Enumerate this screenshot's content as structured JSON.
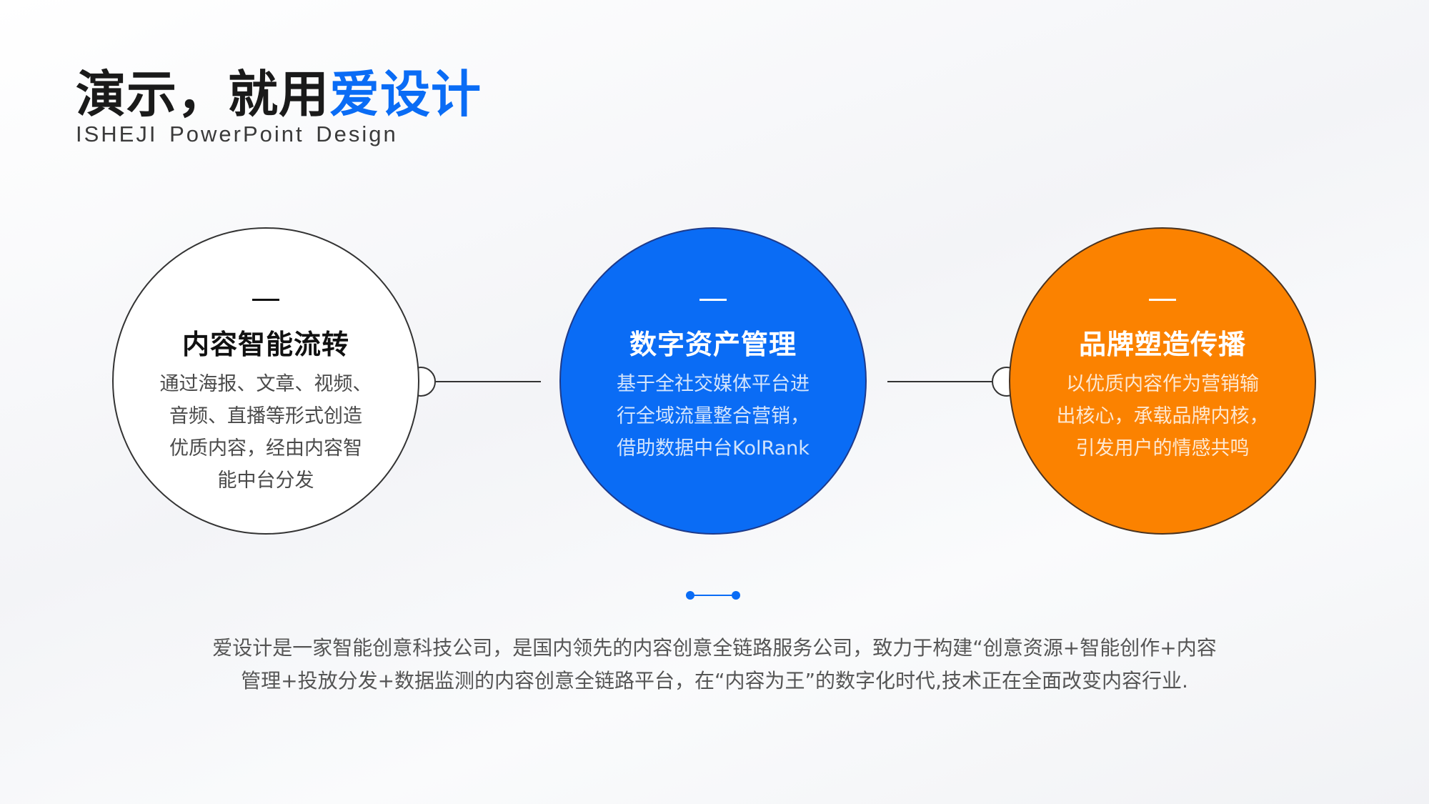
{
  "header": {
    "title_prefix": "演示，就用",
    "title_accent": "爱设计",
    "subtitle": "ISHEJI PowerPoint Design"
  },
  "colors": {
    "accent_blue": "#0a6cf5",
    "accent_orange": "#fb8200",
    "text_dark": "#1a1a1a",
    "text_gray": "#555555"
  },
  "features": [
    {
      "heading": "内容智能流转",
      "lines": [
        "通过海报、文章、视频、",
        "音频、直播等形式创造",
        "优质内容，经由内容智",
        "能中台分发"
      ]
    },
    {
      "heading": "数字资产管理",
      "lines": [
        "基于全社交媒体平台进",
        "行全域流量整合营销，",
        "借助数据中台KolRank"
      ]
    },
    {
      "heading": "品牌塑造传播",
      "lines": [
        "以优质内容作为营销输",
        "出核心，承载品牌内核，",
        "引发用户的情感共鸣"
      ]
    }
  ],
  "footer": {
    "line1": "爱设计是一家智能创意科技公司，是国内领先的内容创意全链路服务公司，致力于构建“创意资源+智能创作+内容",
    "line2": "管理+投放分发+数据监测的内容创意全链路平台，在“内容为王”的数字化时代,技术正在全面改变内容行业."
  }
}
